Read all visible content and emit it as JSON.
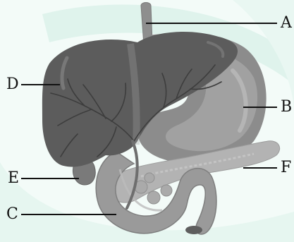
{
  "labels": {
    "a": "A",
    "b": "B",
    "c": "C",
    "d": "D",
    "e": "E",
    "f": "F"
  },
  "colors": {
    "background": "#f3fbf8",
    "background_swoosh": "#dff3ec",
    "liver": "#5a5a5a",
    "liver_dark": "#444444",
    "stomach": "#8c8c8c",
    "stomach_inner": "#a6a6a6",
    "duodenum": "#9a9a9a",
    "pancreas": "#b0b0b0",
    "gallbladder": "#7a7a7a",
    "bile_duct": "#6e6e6e",
    "leader_lines": "#111111"
  }
}
